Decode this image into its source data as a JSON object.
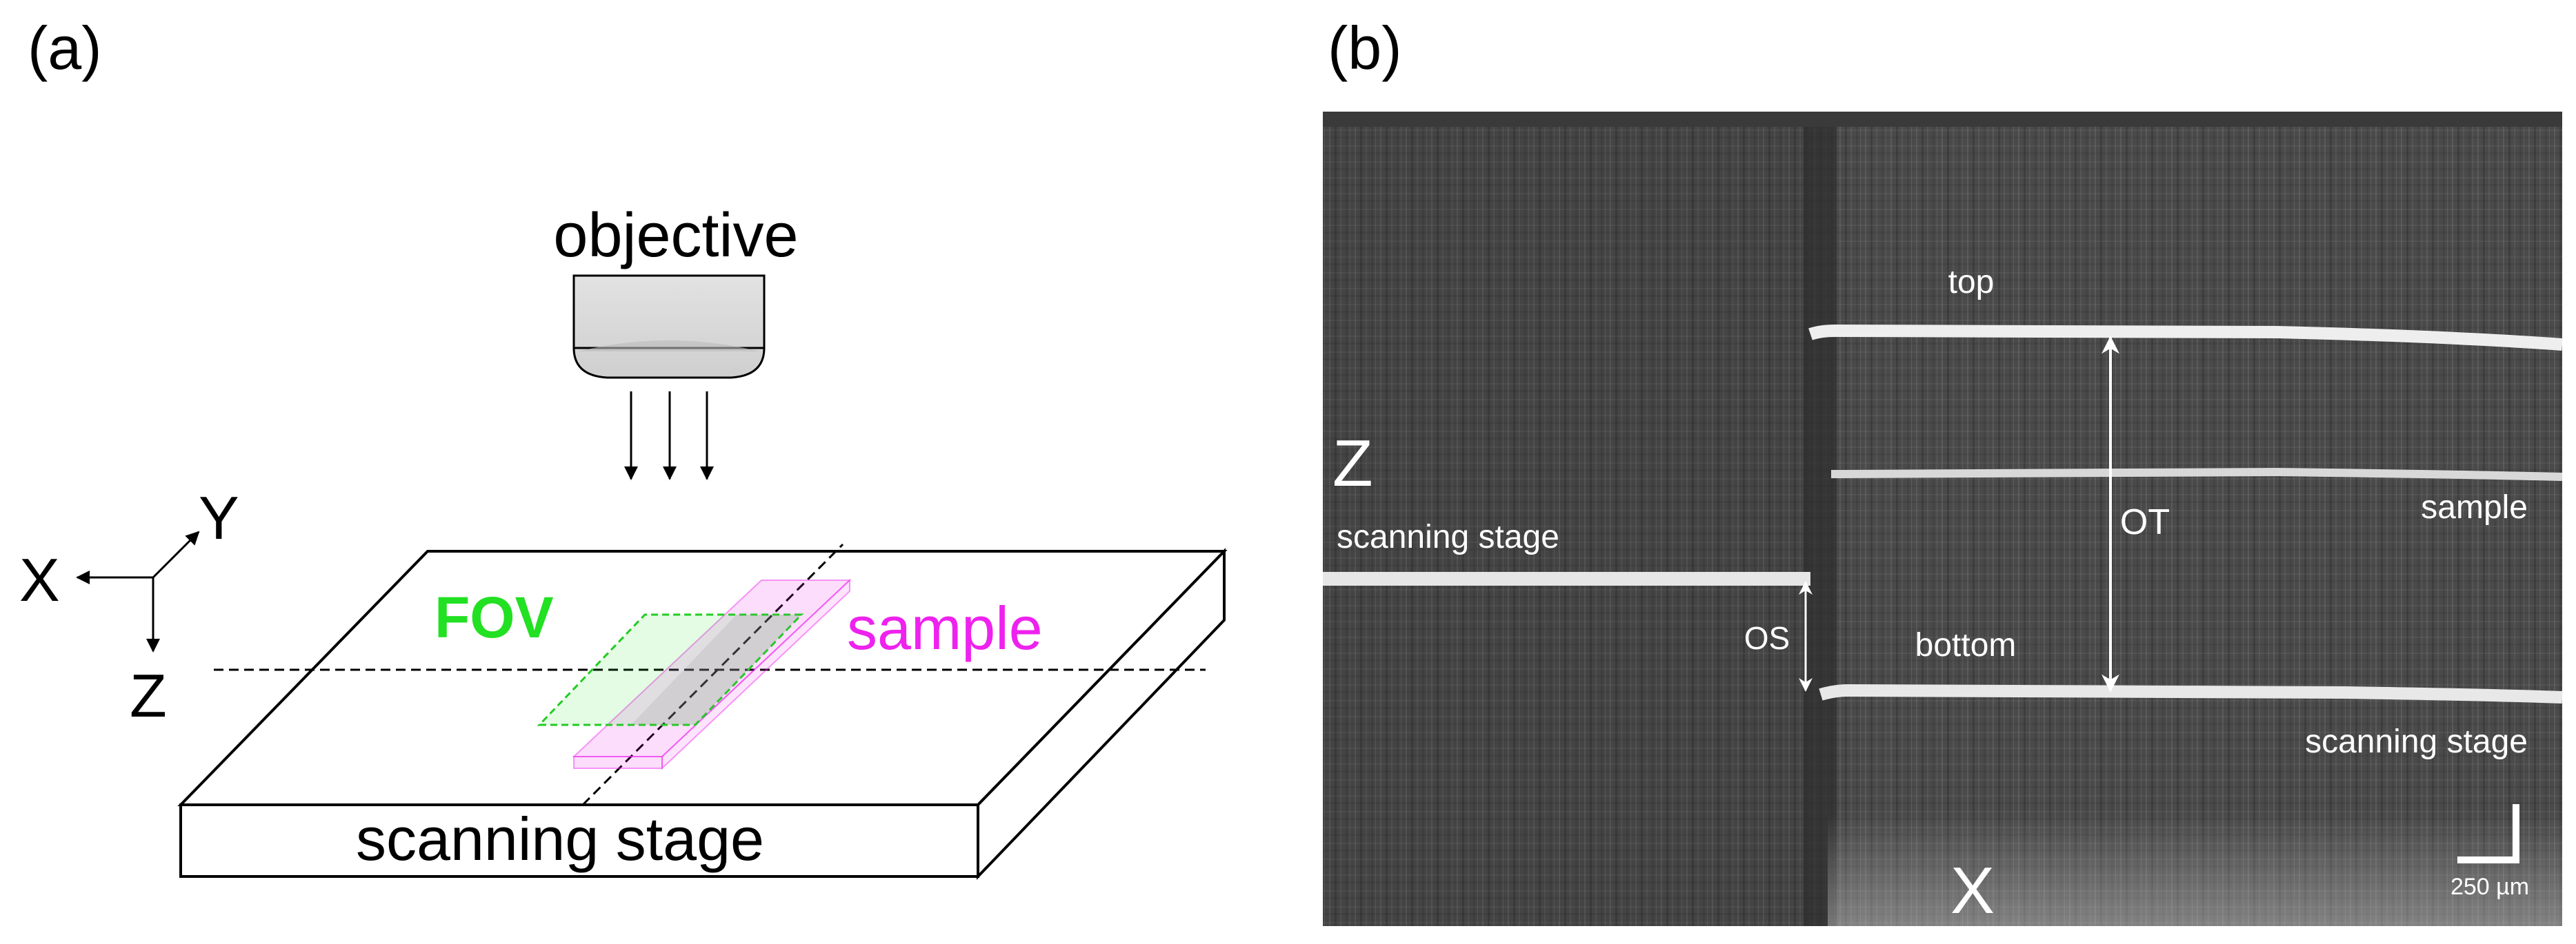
{
  "panel_a": {
    "label": "(a)",
    "objective_label": "objective",
    "fov_label": "FOV",
    "sample_label": "sample",
    "stage_label": "scanning stage",
    "axes": {
      "x": "X",
      "y": "Y",
      "z": "Z"
    },
    "colors": {
      "fov": "#22e022",
      "sample": "#ee22ee",
      "line": "#000000",
      "objective": "#e0e0e0"
    }
  },
  "panel_b": {
    "label": "(b)",
    "axis_z": "Z",
    "axis_x": "X",
    "stage_left_label": "scanning stage",
    "stage_right_label": "scanning stage",
    "top_label": "top",
    "bottom_label": "bottom",
    "sample_label": "sample",
    "ot_label": "OT",
    "os_label": "OS",
    "scalebar_label": "250 µm",
    "colors": {
      "background": "#4a4a4a",
      "lines": "#e8e8e8",
      "text": "#ffffff"
    }
  }
}
